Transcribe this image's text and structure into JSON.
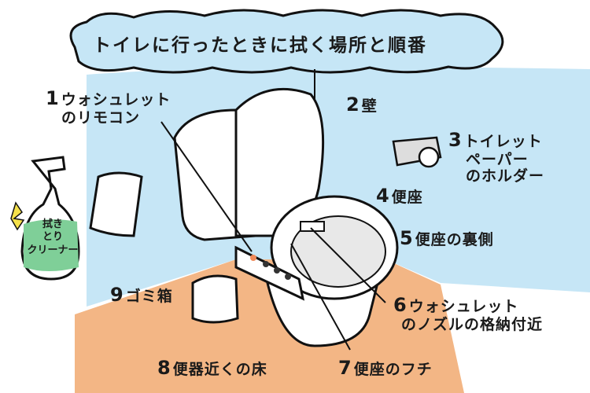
{
  "title": "トイレに行ったときに拭く場所と順番",
  "bottle_label": [
    "拭き",
    "とり",
    "クリーナー"
  ],
  "items": [
    {
      "num": "1",
      "text": [
        "ウォシュレット",
        "のリモコン"
      ]
    },
    {
      "num": "2",
      "text": [
        "壁"
      ]
    },
    {
      "num": "3",
      "text": [
        "トイレット",
        "ペーパー",
        "のホルダー"
      ]
    },
    {
      "num": "4",
      "text": [
        "便座"
      ]
    },
    {
      "num": "5",
      "text": [
        "便座の裏側"
      ]
    },
    {
      "num": "6",
      "text": [
        "ウォシュレット",
        "のノズルの格納付近"
      ]
    },
    {
      "num": "7",
      "text": [
        "便座のフチ"
      ]
    },
    {
      "num": "8",
      "text": [
        "便器近くの床"
      ]
    },
    {
      "num": "9",
      "text": [
        "ゴミ箱"
      ]
    }
  ],
  "colors": {
    "wall": "#c6e6f6",
    "floor": "#f3b685",
    "bottle": "#7fcf98",
    "sparkle": "#f5e14a"
  }
}
